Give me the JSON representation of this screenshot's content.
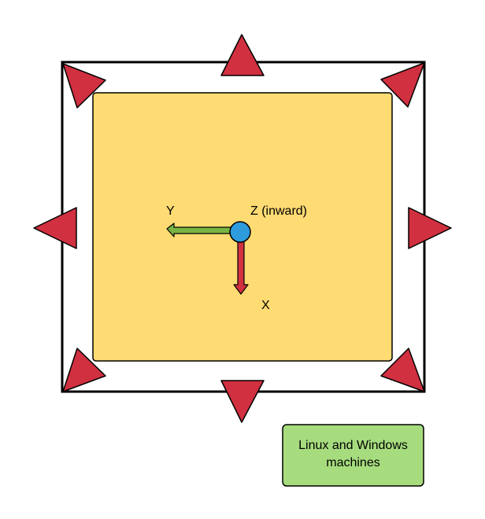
{
  "labels": {
    "y_axis": "Y",
    "z_axis": "Z (inward)",
    "x_axis": "X"
  },
  "note": {
    "line1": "Linux and Windows",
    "line2": "machines"
  },
  "colors": {
    "frame_stroke": "#000000",
    "frame_fill": "#ffffff",
    "panel_fill": "#ffdb73",
    "triangle_fill": "#d0303f",
    "y_arrow_fill": "#79b443",
    "x_arrow_fill": "#d0303f",
    "origin_fill": "#2e9bdc",
    "note_fill": "#a6dc7e"
  }
}
